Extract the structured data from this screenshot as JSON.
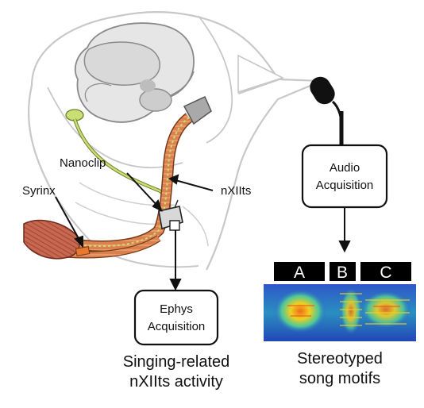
{
  "labels": {
    "nanoclip": "Nanoclip",
    "syrinx": "Syrinx",
    "nerve": "nXIIts"
  },
  "boxes": {
    "audio": [
      "Audio",
      "Acquisition"
    ],
    "ephys": [
      "Ephys",
      "Acquisition"
    ]
  },
  "captions": {
    "ephys": [
      "Singing-related",
      "nXIIts activity"
    ],
    "audio": [
      "Stereotyped",
      "song motifs"
    ]
  },
  "motifs": [
    "A",
    "B",
    "C"
  ],
  "colors": {
    "nerve": "#d9824f",
    "nerve_stripe": "#ef9a66",
    "electrode": "#c9de73",
    "bird_outline": "#c8c8c8",
    "brain_fill": "#e6e6e6",
    "motif_bar": "#000000",
    "spectrogram_low": "#1f3fbf",
    "spectrogram_mid": "#2ec2b8",
    "spectrogram_high": "#f0d020"
  }
}
